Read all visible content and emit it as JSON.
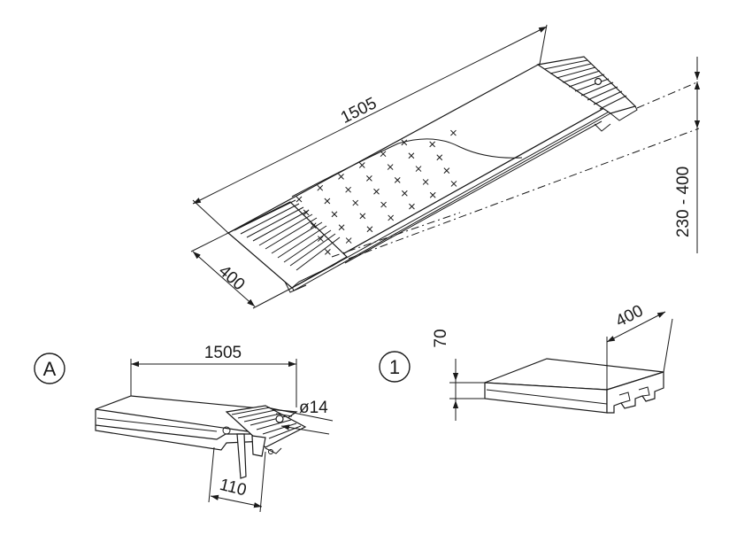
{
  "main_view": {
    "length_dim": "1505",
    "width_dim": "400",
    "height_range_dim": "230 - 400"
  },
  "detail_a": {
    "marker": "A",
    "length_dim": "1505",
    "diameter_dim": "ø14",
    "hook_dim": "110"
  },
  "detail_1": {
    "marker": "1",
    "height_dim": "70",
    "width_dim": "400"
  }
}
